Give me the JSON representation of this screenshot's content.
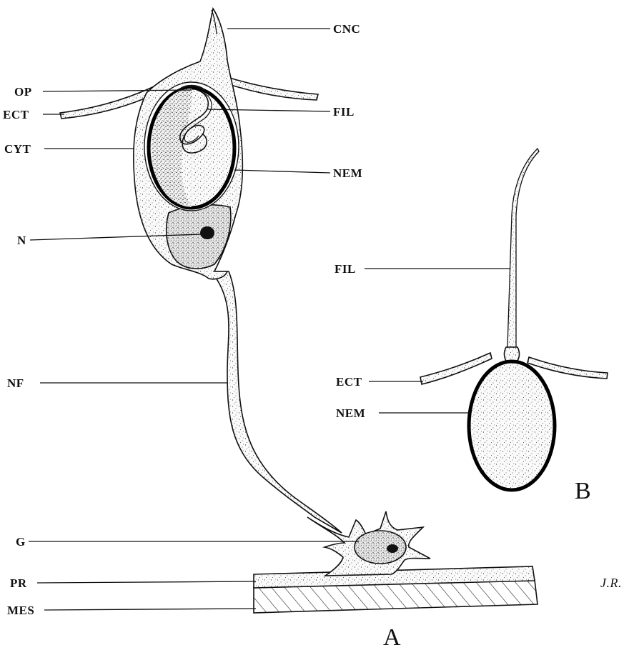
{
  "figure_a": {
    "panel_letter": "A",
    "labels": {
      "cnc": "CNC",
      "op": "OP",
      "ect": "ECT",
      "cyt": "CYT",
      "fil": "FIL",
      "nem": "NEM",
      "n": "N",
      "nf": "NF",
      "g": "G",
      "pr": "PR",
      "mes": "MES"
    }
  },
  "figure_b": {
    "panel_letter": "B",
    "labels": {
      "fil": "FIL",
      "ect": "ECT",
      "nem": "NEM"
    }
  },
  "signature": "J.R."
}
